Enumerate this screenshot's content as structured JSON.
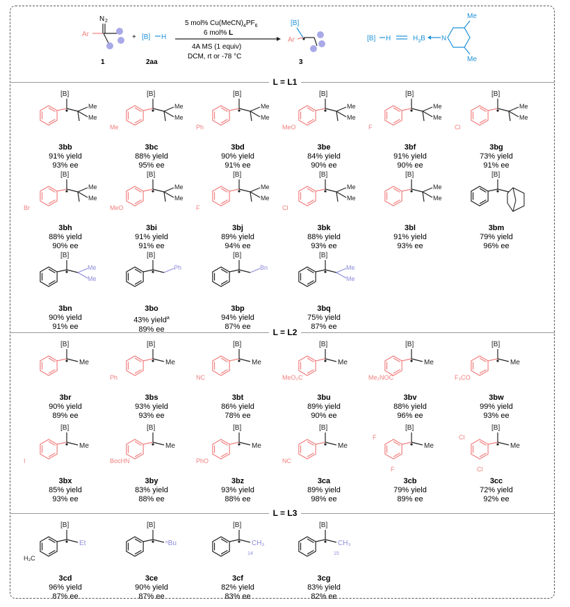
{
  "scheme": {
    "reagent_ar": "Ar",
    "reagent_n2": "N",
    "reagent_n2_sub": "2",
    "plus": "+",
    "borane": "[B]",
    "h": "H",
    "cond1_pre": "5 mol% Cu(MeCN)",
    "cond1_sub": "4",
    "cond1_post": "PF",
    "cond1_sub2": "6",
    "cond2_pre": "6 mol% ",
    "cond2_bold": "L",
    "cond3": "4A MS (1 equiv)",
    "cond4": "DCM, rt or -78 °C",
    "label1": "1",
    "label2": "2aa",
    "label3": "3",
    "product_b": "[B]",
    "product_ar": "Ar",
    "legend_b": "[B]",
    "legend_h": "H",
    "legend_eq": "═",
    "legend_h3b": "H",
    "legend_h3b_sub": "3",
    "legend_b2": "B",
    "legend_n": "N",
    "legend_me1": "Me",
    "legend_me2": "Me"
  },
  "sections": [
    {
      "header": "L = L1"
    },
    {
      "header": "L = L2"
    },
    {
      "header": "L = L3"
    }
  ],
  "entries": [
    {
      "id": "3bb",
      "yield": "91% yield",
      "ee": "93% ee",
      "b": "[B]",
      "sub": "",
      "g": "tBu"
    },
    {
      "id": "3bc",
      "yield": "88% yield",
      "ee": "95% ee",
      "b": "[B]",
      "sub": "Me",
      "g": "tBu"
    },
    {
      "id": "3bd",
      "yield": "90% yield",
      "ee": "91% ee",
      "b": "[B]",
      "sub": "Ph",
      "g": "tBu"
    },
    {
      "id": "3be",
      "yield": "84% yield",
      "ee": "90% ee",
      "b": "[B]",
      "sub": "MeO",
      "g": "tBu"
    },
    {
      "id": "3bf",
      "yield": "91% yield",
      "ee": "90% ee",
      "b": "[B]",
      "sub": "F",
      "g": "tBu"
    },
    {
      "id": "3bg",
      "yield": "73% yield",
      "ee": "91% ee",
      "b": "[B]",
      "sub": "Cl",
      "g": "tBu"
    },
    {
      "id": "3bh",
      "yield": "88% yield",
      "ee": "90% ee",
      "b": "[B]",
      "sub": "Br",
      "g": "tBu"
    },
    {
      "id": "3bi",
      "yield": "91% yield",
      "ee": "91% ee",
      "b": "[B]",
      "sub": "MeO",
      "g": "tBu"
    },
    {
      "id": "3bj",
      "yield": "89% yield",
      "ee": "94% ee",
      "b": "[B]",
      "sub": "F",
      "g": "tBu"
    },
    {
      "id": "3bk",
      "yield": "88% yield",
      "ee": "93% ee",
      "b": "[B]",
      "sub": "Cl",
      "g": "tBu"
    },
    {
      "id": "3bl",
      "yield": "91% yield",
      "ee": "93% ee",
      "b": "[B]",
      "sub": "",
      "g": "tBu"
    },
    {
      "id": "3bm",
      "yield": "79% yield",
      "ee": "96% ee",
      "b": "[B]",
      "sub": "",
      "g": "adamantyl"
    },
    {
      "id": "3bn",
      "yield": "90% yield",
      "ee": "91% ee",
      "b": "[B]",
      "sub": "",
      "g1": "Me",
      "g2": "Me"
    },
    {
      "id": "3bo",
      "yield": "43% yield",
      "yield_sup": "a",
      "ee": "89% ee",
      "b": "[B]",
      "sub": "",
      "g1": "Ph"
    },
    {
      "id": "3bp",
      "yield": "94% yield",
      "ee": "87% ee",
      "b": "[B]",
      "sub": "",
      "g1": "Bn"
    },
    {
      "id": "3bq",
      "yield": "75% yield",
      "ee": "87% ee",
      "b": "[B]",
      "sub": "",
      "g1": "Me",
      "g2": "Me"
    },
    {
      "id": "3br",
      "yield": "90% yield",
      "ee": "89% ee",
      "b": "[B]",
      "sub": "",
      "g": "Me"
    },
    {
      "id": "3bs",
      "yield": "93% yield",
      "ee": "93% ee",
      "b": "[B]",
      "sub": "Ph",
      "g": "Me"
    },
    {
      "id": "3bt",
      "yield": "86% yield",
      "ee": "78% ee",
      "b": "[B]",
      "sub": "NC",
      "g": "Me"
    },
    {
      "id": "3bu",
      "yield": "89% yield",
      "ee": "90% ee",
      "b": "[B]",
      "sub": "MeO₂C",
      "g": "Me"
    },
    {
      "id": "3bv",
      "yield": "88% yield",
      "ee": "96% ee",
      "b": "[B]",
      "sub": "Me₂NOC",
      "g": "Me"
    },
    {
      "id": "3bw",
      "yield": "99% yield",
      "ee": "93% ee",
      "b": "[B]",
      "sub": "F₃CO",
      "g": "Me"
    },
    {
      "id": "3bx",
      "yield": "85% yield",
      "ee": "93% ee",
      "b": "[B]",
      "sub": "I",
      "g": "Me"
    },
    {
      "id": "3by",
      "yield": "83% yield",
      "ee": "88% ee",
      "b": "[B]",
      "sub": "BocHN",
      "g": "Me"
    },
    {
      "id": "3bz",
      "yield": "93% yield",
      "ee": "88% ee",
      "b": "[B]",
      "sub": "PhO",
      "g": "Me"
    },
    {
      "id": "3ca",
      "yield": "89% yield",
      "ee": "98% ee",
      "b": "[B]",
      "sub": "NC",
      "g": "Me"
    },
    {
      "id": "3cb",
      "yield": "79% yield",
      "ee": "89% ee",
      "b": "[B]",
      "sub": "F",
      "sub2": "F",
      "g": "Me"
    },
    {
      "id": "3cc",
      "yield": "72% yield",
      "ee": "92% ee",
      "b": "[B]",
      "sub": "Cl",
      "sub2": "Cl",
      "g": "Me"
    },
    {
      "id": "3cd",
      "yield": "96% yield",
      "ee": "87% ee",
      "b": "[B]",
      "sub": "H₃C",
      "g": "Et"
    },
    {
      "id": "3ce",
      "yield": "90% yield",
      "ee": "87% ee",
      "b": "[B]",
      "sub": "",
      "g": "ⁿBu"
    },
    {
      "id": "3cf",
      "yield": "82% yield",
      "ee": "83% ee",
      "b": "[B]",
      "sub": "",
      "g": "CH₃",
      "n": "14"
    },
    {
      "id": "3cg",
      "yield": "83% yield",
      "ee": "82% ee",
      "b": "[B]",
      "sub": "",
      "g": "CH₃",
      "n": "15"
    }
  ],
  "colors": {
    "aryl": "#f08080",
    "alkyl": "#8c8cd9",
    "boron": "#1e90d6",
    "bond": "#222222"
  }
}
